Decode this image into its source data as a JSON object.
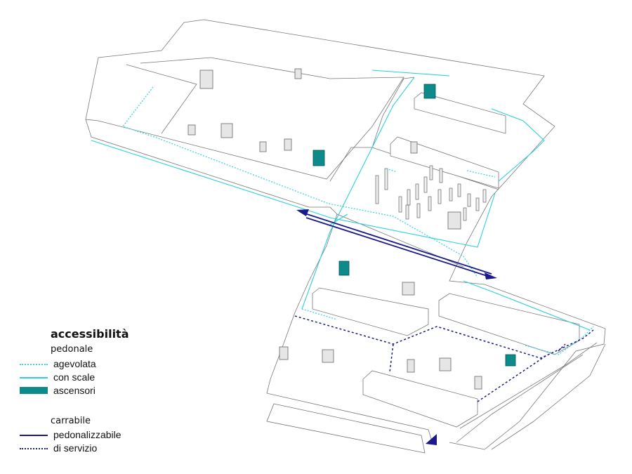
{
  "legend": {
    "title": "accessibilità",
    "pedonale": {
      "heading": "pedonale",
      "items": [
        {
          "label": "agevolata",
          "style": "dotted",
          "color": "#3fd6e0"
        },
        {
          "label": "con scale",
          "style": "solid",
          "color": "#2ad0dc"
        },
        {
          "label": "ascensori",
          "style": "block",
          "color": "#0e8a8a"
        }
      ]
    },
    "carrabile": {
      "heading": "carrabile",
      "items": [
        {
          "label": "pedonalizzabile",
          "style": "solid",
          "color": "#1a1a8c"
        },
        {
          "label": "di servizio",
          "style": "dotted",
          "color": "#1a1a8c"
        }
      ]
    }
  }
}
